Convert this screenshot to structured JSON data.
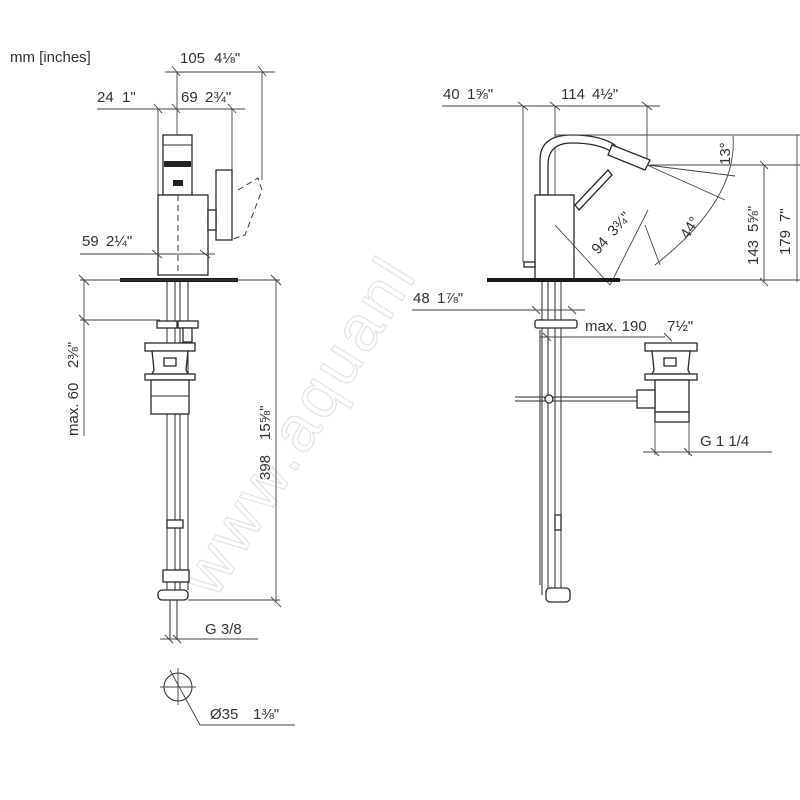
{
  "units_label": "mm [inches]",
  "watermark": "www.aquanl",
  "colors": {
    "line": "#2a2a2a",
    "text": "#333333",
    "watermark": "#e2e2e2",
    "background": "#ffffff"
  },
  "left_view": {
    "dims": {
      "overall_width": {
        "mm": "105",
        "in": "4⅛\""
      },
      "spout_offset": {
        "mm": "24",
        "in": "1\""
      },
      "handle_width": {
        "mm": "69",
        "in": "2¾\""
      },
      "body_height": {
        "mm": "59",
        "in": "2¼\""
      },
      "max_thickness": {
        "mm": "max. 60",
        "in": "2⅜\""
      },
      "hose_length": {
        "mm": "398",
        "in": "15⅝\""
      },
      "connection": "G 3/8",
      "hole_diameter": {
        "mm": "Ø35",
        "in": "1⅜\""
      }
    }
  },
  "right_view": {
    "dims": {
      "rear_offset": {
        "mm": "40",
        "in": "1⅝\""
      },
      "spout_reach": {
        "mm": "114",
        "in": "4½\""
      },
      "tilt_angle": "13°",
      "swivel_angle": "44°",
      "swivel_radius": {
        "mm": "94",
        "in": "3¾\""
      },
      "outlet_height": {
        "mm": "143",
        "in": "5⅝\""
      },
      "overall_height": {
        "mm": "179",
        "in": "7\""
      },
      "base_diameter": {
        "mm": "48",
        "in": "1⅞\""
      },
      "max_drain_reach": {
        "mm": "max. 190",
        "in": "7½\""
      },
      "drain_connection": "G 1 1/4"
    }
  }
}
